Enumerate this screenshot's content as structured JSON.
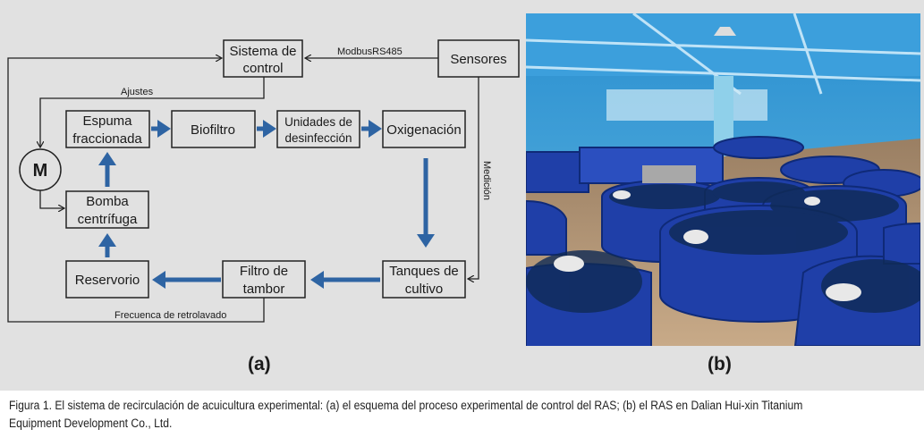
{
  "diagram": {
    "nodes": {
      "control": [
        "Sistema de",
        "control"
      ],
      "sensors": [
        "Sensores"
      ],
      "foam": [
        "Espuma",
        "fraccionada"
      ],
      "biofilter": [
        "Biofiltro"
      ],
      "disinfection": [
        "Unidades de",
        "desinfección"
      ],
      "oxygenation": [
        "Oxigenación"
      ],
      "pump": [
        "Bomba",
        "centrífuga"
      ],
      "reservoir": [
        "Reservorio"
      ],
      "drum_filter": [
        "Filtro de",
        "tambor"
      ],
      "tanks": [
        "Tanques de",
        "cultivo"
      ],
      "motor": "M"
    },
    "edge_labels": {
      "modbus": "ModbusRS485",
      "adjustments": "Ajustes",
      "measurement": "Medición",
      "backwash": "Frecuenca de retrolavado"
    },
    "accent_color": "#2e64a3"
  },
  "panel_labels": {
    "a": "(a)",
    "b": "(b)"
  },
  "caption": {
    "line1": "Figura 1. El sistema de recirculación de acuicultura experimental: (a) el esquema del proceso experimental de control del RAS; (b) el RAS en Dalian Hui-xin Titanium",
    "line2": "Equipment Development Co., Ltd."
  }
}
